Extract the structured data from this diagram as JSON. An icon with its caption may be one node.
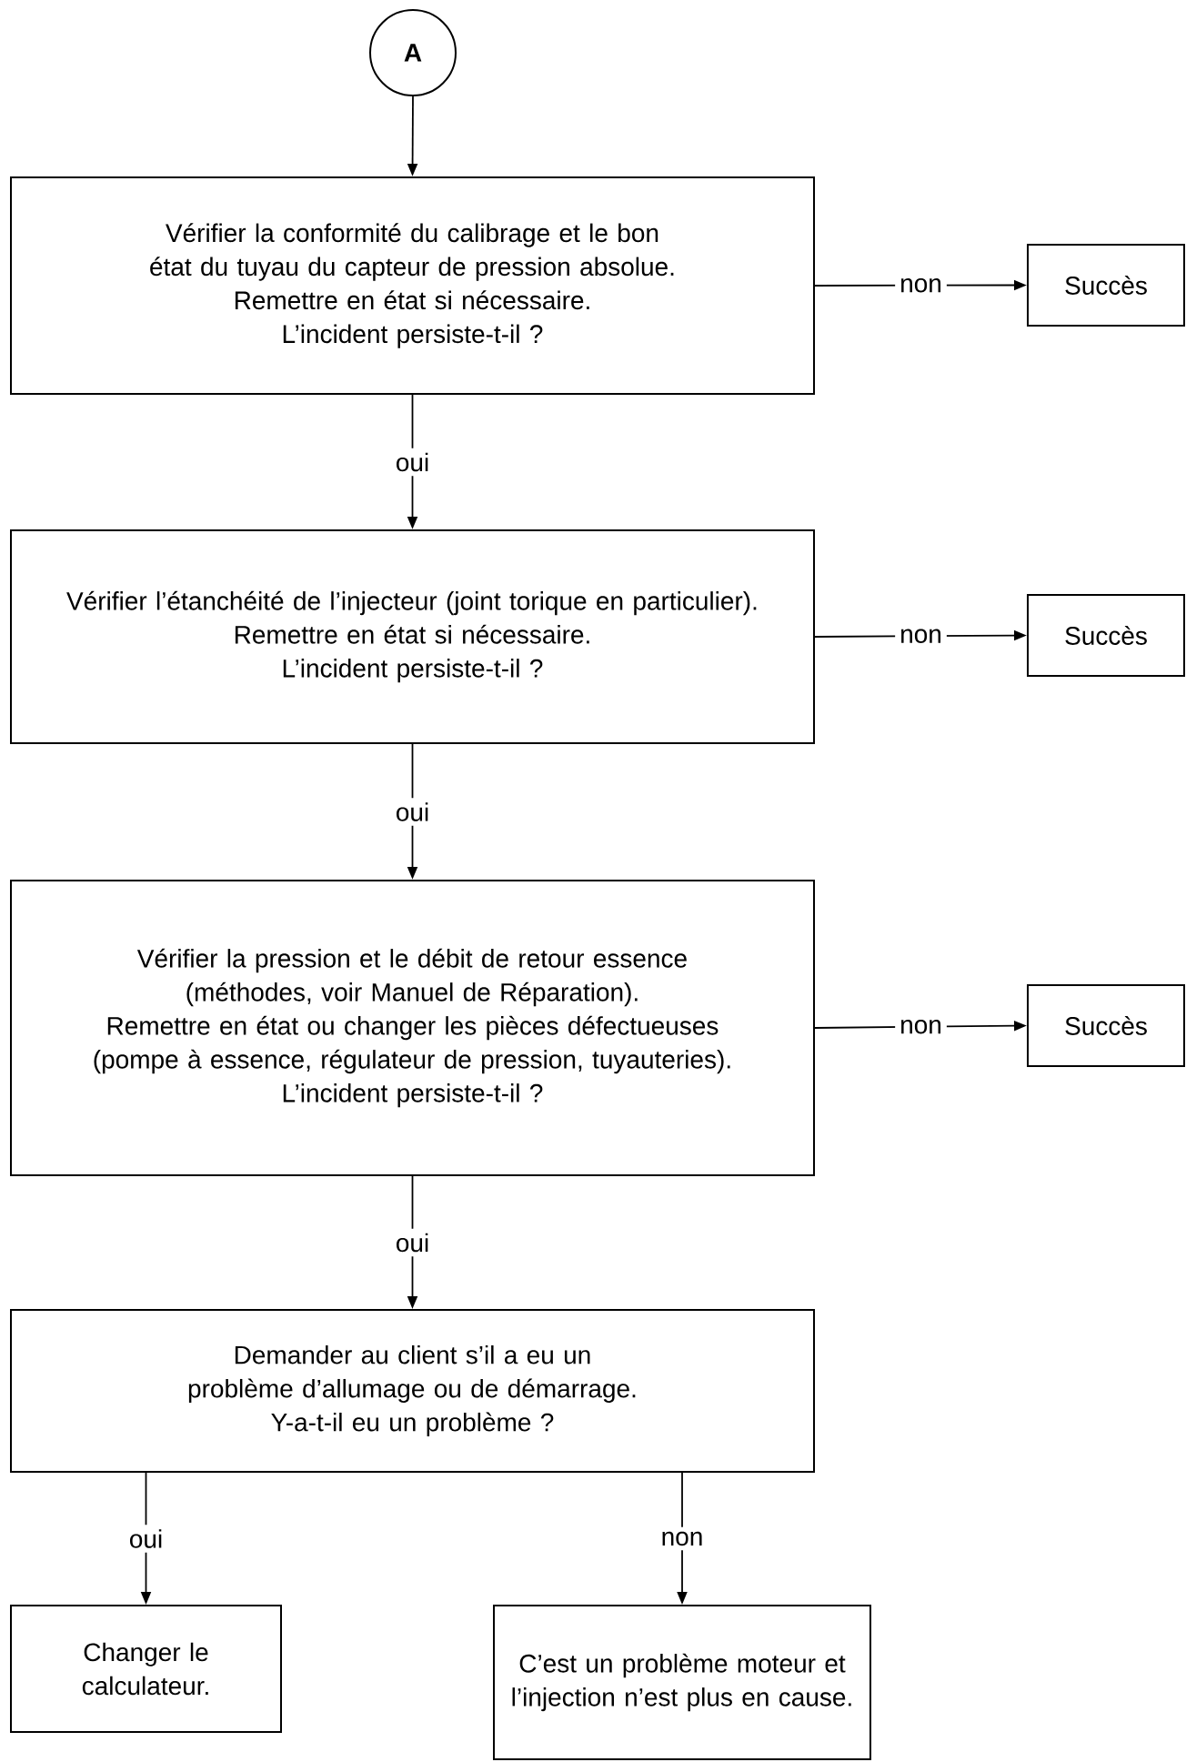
{
  "diagram": {
    "nodes": [
      {
        "text": [
          "A"
        ]
      },
      {
        "text": [
          "Vérifier la conformité du calibrage et le bon état du tuyau du capteur de pression absolue.",
          "Remettre en état si nécessaire.",
          "L’incident persiste-t-il ?"
        ]
      },
      {
        "text": [
          "Succès"
        ]
      },
      {
        "text": [
          "Vérifier l’étanchéité de l’injecteur (joint torique en particulier).",
          "Remettre en état si nécessaire.",
          "L’incident persiste-t-il ?"
        ]
      },
      {
        "text": [
          "Succès"
        ]
      },
      {
        "text": [
          "Vérifier la pression et le débit de retour essence (méthodes, voir Manuel de Réparation).",
          "Remettre en état ou changer les pièces défectueuses (pompe à essence, régulateur de pression, tuyauteries).",
          "L’incident persiste-t-il ?"
        ]
      },
      {
        "text": [
          "Succès"
        ]
      },
      {
        "text": [
          "Demander au client s’il a eu un problème d’allumage ou de démarrage.",
          "Y-a-t-il eu un problème ?"
        ]
      },
      {
        "text": [
          "Changer le calculateur."
        ]
      },
      {
        "text": [
          "C’est un problème moteur et l’injection n’est plus en cause."
        ]
      }
    ],
    "edges": [
      {
        "from": 0,
        "to": 1,
        "arrow": "to"
      },
      {
        "from": 1,
        "to": 2,
        "arrow": "to",
        "label": "non"
      },
      {
        "from": 1,
        "to": 3,
        "arrow": "to",
        "label": "oui"
      },
      {
        "from": 3,
        "to": 4,
        "arrow": "to",
        "label": "non"
      },
      {
        "from": 3,
        "to": 5,
        "arrow": "to",
        "label": "oui"
      },
      {
        "from": 5,
        "to": 6,
        "arrow": "to",
        "label": "non"
      },
      {
        "from": 5,
        "to": 7,
        "arrow": "to",
        "label": "oui"
      },
      {
        "from": 7,
        "to": 8,
        "arrow": "to",
        "label": "oui"
      },
      {
        "from": 7,
        "to": 9,
        "arrow": "to",
        "label": "non"
      }
    ]
  }
}
